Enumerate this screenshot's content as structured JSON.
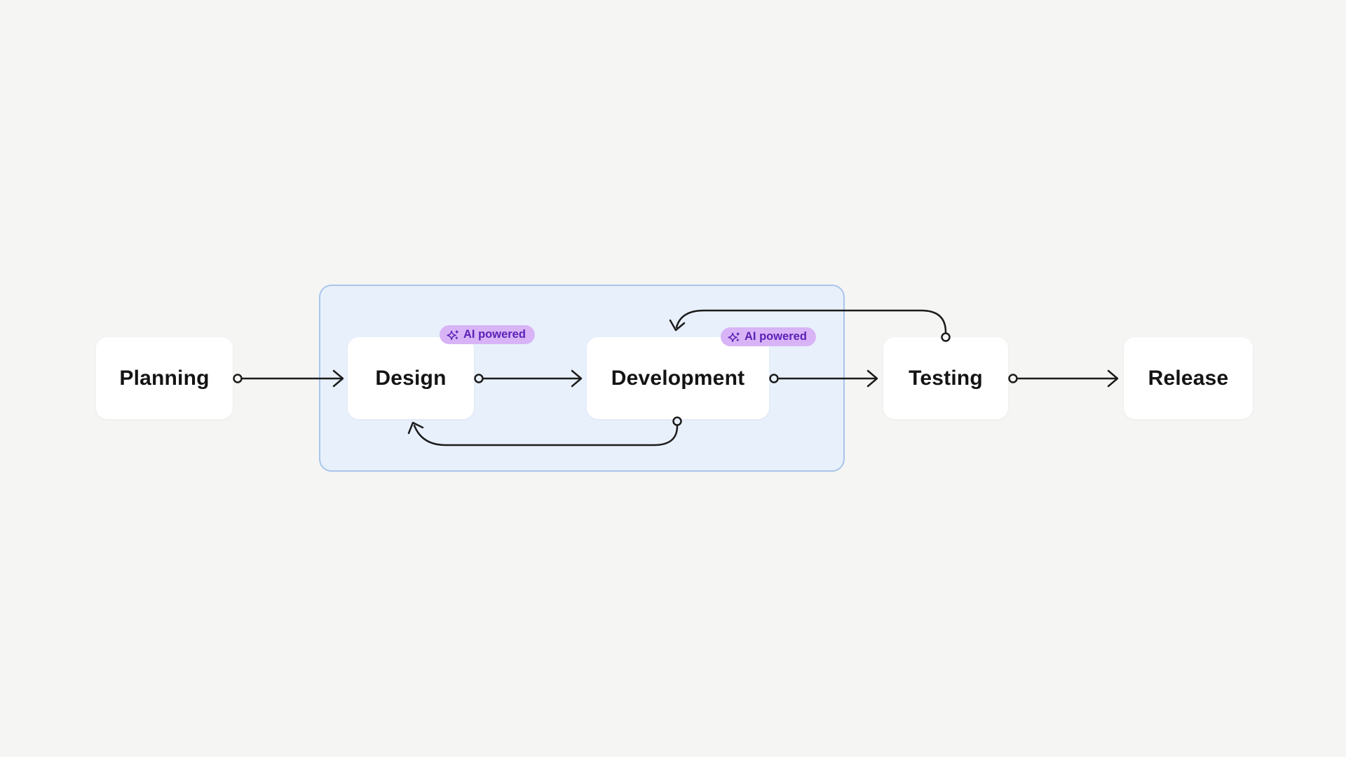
{
  "page": {
    "background_color": "#f5f5f4"
  },
  "diagram": {
    "nodes": [
      {
        "id": "planning",
        "label": "Planning"
      },
      {
        "id": "design",
        "label": "Design",
        "badge": {
          "icon": "sparkles-icon",
          "label": "AI powered"
        }
      },
      {
        "id": "development",
        "label": "Development",
        "badge": {
          "icon": "sparkles-icon",
          "label": "AI powered"
        }
      },
      {
        "id": "testing",
        "label": "Testing"
      },
      {
        "id": "release",
        "label": "Release"
      }
    ],
    "group": {
      "members": [
        "design",
        "development"
      ],
      "fill": "#e8f0fc",
      "border": "#a8c5ea"
    },
    "edges": [
      {
        "from": "Planning",
        "to": "Design",
        "style": "straight"
      },
      {
        "from": "Design",
        "to": "Development",
        "style": "straight"
      },
      {
        "from": "Development",
        "to": "Testing",
        "style": "straight"
      },
      {
        "from": "Testing",
        "to": "Release",
        "style": "straight"
      },
      {
        "from": "Development",
        "to": "Design",
        "style": "feedback-loop-bottom"
      },
      {
        "from": "Testing",
        "to": "Development",
        "style": "feedback-loop-top"
      }
    ],
    "colors": {
      "node_bg": "#ffffff",
      "node_text": "#141414",
      "badge_bg": "#d8b4f6",
      "badge_text": "#5b21b6",
      "connector": "#1c1c1c"
    }
  }
}
